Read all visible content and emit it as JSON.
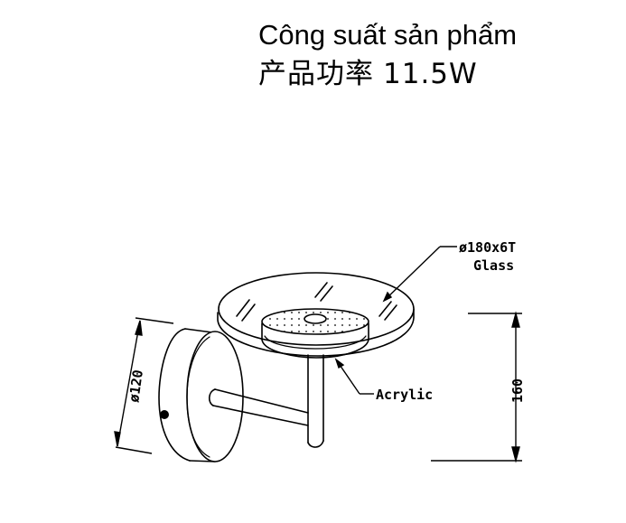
{
  "title": {
    "vietnamese": "Công suất sản phẩm",
    "chinese_label": "产品功率",
    "power_value": "11.5W"
  },
  "annotations": {
    "glass_size": "ø180x6T",
    "glass_material": "Glass",
    "diffuser_material": "Acrylic",
    "base_diameter": "ø120",
    "height": "160"
  }
}
